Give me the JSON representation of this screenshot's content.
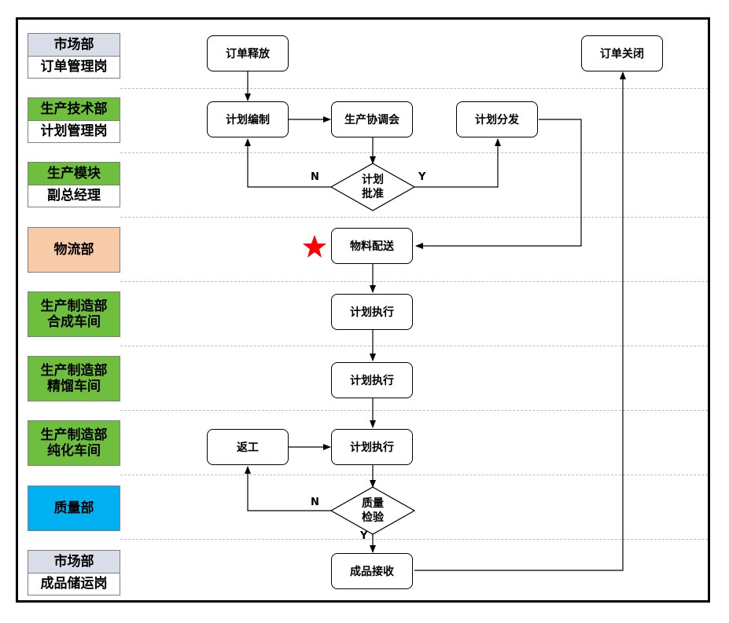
{
  "lanes": [
    {
      "line1": "市场部",
      "line2": "订单管理岗",
      "split": true,
      "bg1": "#d9dde7",
      "bg2": "#ffffff"
    },
    {
      "line1": "生产技术部",
      "line2": "计划管理岗",
      "split": true,
      "bg1": "#6fbf3f",
      "bg2": "#ffffff"
    },
    {
      "line1": "生产模块",
      "line2": "副总经理",
      "split": true,
      "bg1": "#6fbf3f",
      "bg2": "#ffffff"
    },
    {
      "line1": "物流部",
      "split": false,
      "bg1": "#f8cba8"
    },
    {
      "line1": "生产制造部",
      "line2": "合成车间",
      "split": false,
      "bg1": "#6fbf3f"
    },
    {
      "line1": "生产制造部",
      "line2": "精馏车间",
      "split": false,
      "bg1": "#6fbf3f"
    },
    {
      "line1": "生产制造部",
      "line2": "纯化车间",
      "split": false,
      "bg1": "#6fbf3f"
    },
    {
      "line1": "质量部",
      "split": false,
      "bg1": "#00b0f0"
    },
    {
      "line1": "市场部",
      "line2": "成品储运岗",
      "split": true,
      "bg1": "#d9dde7",
      "bg2": "#ffffff"
    }
  ],
  "nodes": {
    "order_release": "订单释放",
    "order_close": "订单关闭",
    "plan_compile": "计划编制",
    "prod_meeting": "生产协调会",
    "plan_dispatch": "计划分发",
    "material_delivery": "物料配送",
    "plan_exec_1": "计划执行",
    "plan_exec_2": "计划执行",
    "plan_exec_3": "计划执行",
    "rework": "返工",
    "finished_receive": "成品接收"
  },
  "decisions": {
    "plan_approval_1": "计划",
    "plan_approval_2": "批准",
    "quality_check_1": "质量",
    "quality_check_2": "检验"
  },
  "edge_labels": {
    "approval_no": "N",
    "approval_yes": "Y",
    "quality_no": "N",
    "quality_yes": "Y"
  },
  "colors": {
    "star": "#ff0000",
    "line": "#000000"
  },
  "icons": {
    "marker": "star-icon"
  }
}
